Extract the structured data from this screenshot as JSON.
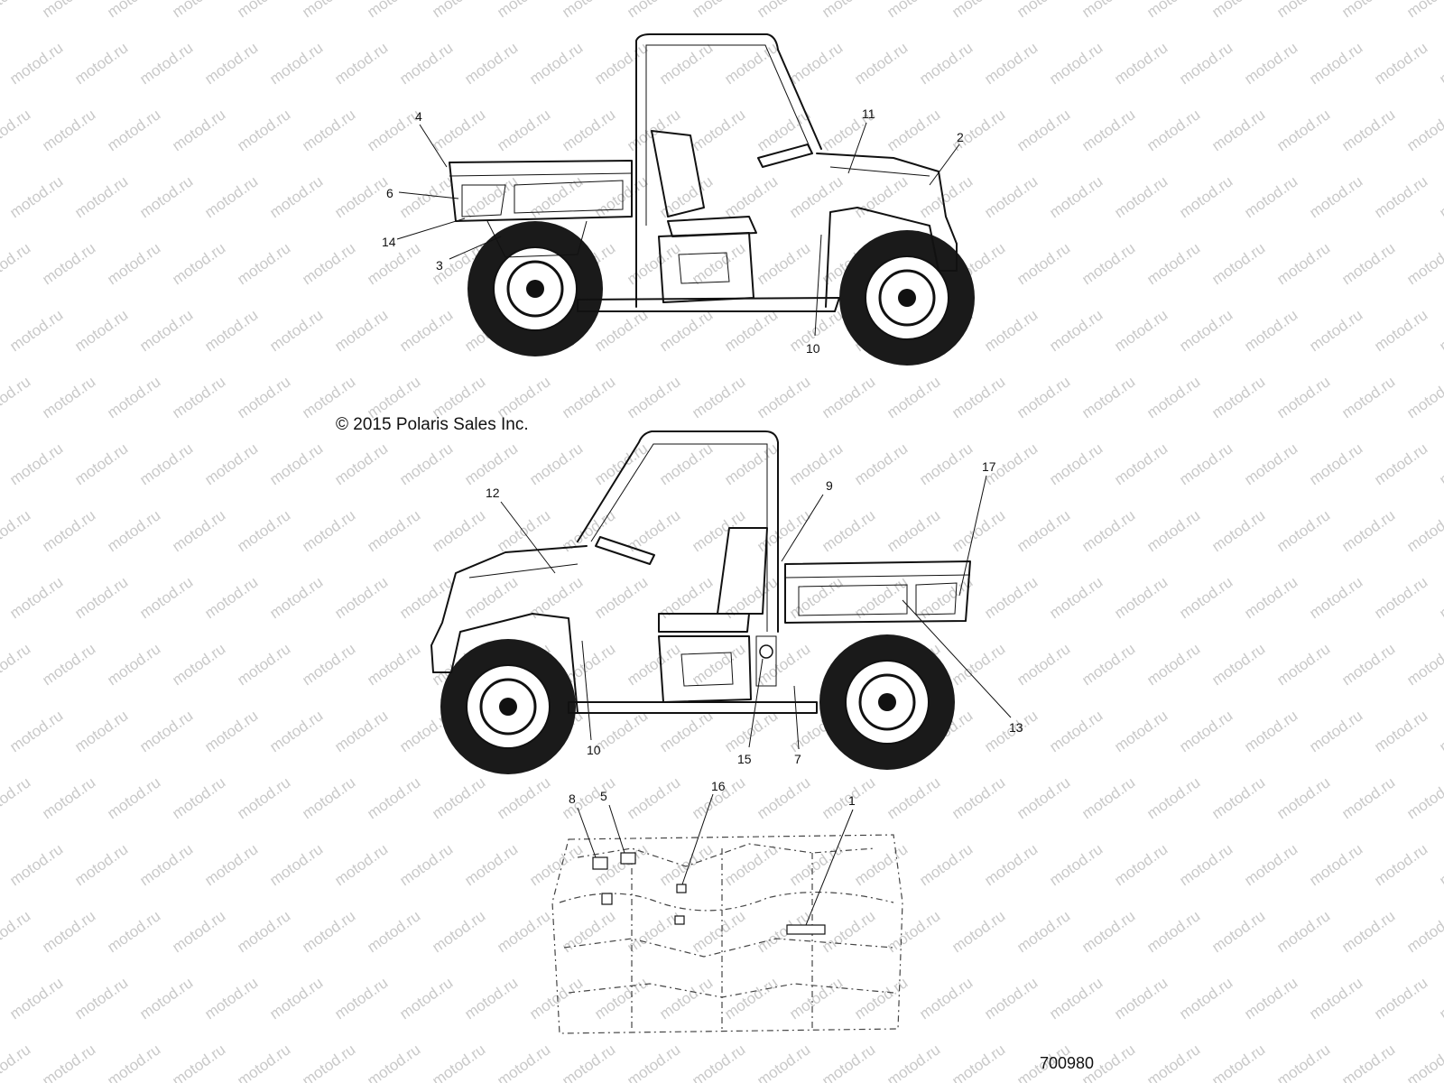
{
  "copyright": "© 2015 Polaris Sales Inc.",
  "figure_number": "700980",
  "watermark": "motod.ru",
  "callouts_top_view": [
    "4",
    "6",
    "14",
    "3",
    "11",
    "2",
    "10"
  ],
  "callouts_bottom_view": [
    "12",
    "9",
    "17",
    "10",
    "15",
    "7",
    "13"
  ],
  "callouts_decal_view": [
    "8",
    "5",
    "16",
    "1"
  ],
  "colors": {
    "line": "#111111",
    "watermark": "#c9c9c9",
    "background": "#ffffff"
  }
}
